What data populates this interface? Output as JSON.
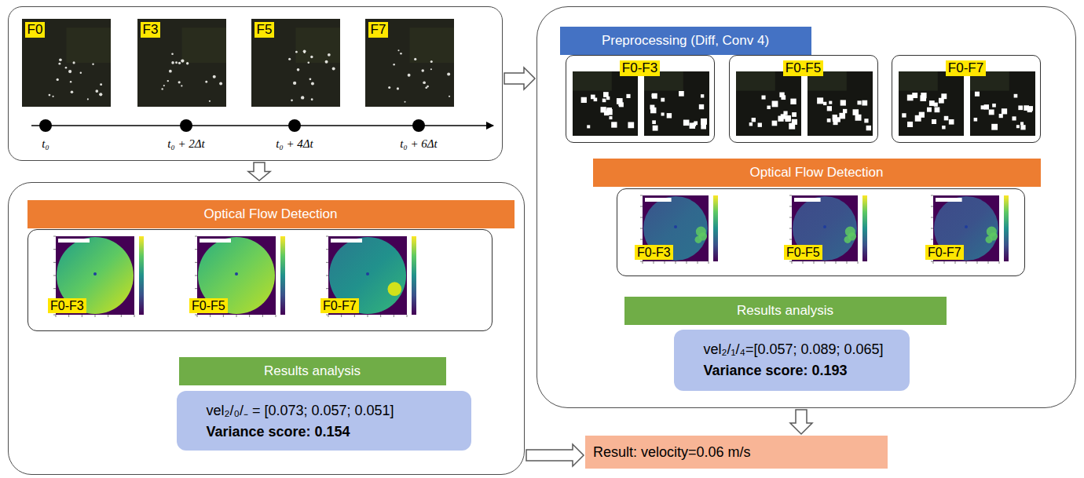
{
  "diagram": {
    "nodes": [
      {
        "text": []
      },
      {
        "text": [
          "F0"
        ],
        "in": 0
      },
      {
        "text": [
          "F3"
        ],
        "in": 0
      },
      {
        "text": [
          "F5"
        ],
        "in": 0
      },
      {
        "text": [
          "F7"
        ],
        "in": 0
      },
      {
        "text": []
      },
      {
        "text": [
          "Preprocessing (Diff, Conv 4)"
        ],
        "in": 5
      },
      {
        "text": [
          "F0-F3"
        ],
        "in": 5
      },
      {
        "text": [
          "F0-F5"
        ],
        "in": 5
      },
      {
        "text": [
          "F0-F7"
        ],
        "in": 5
      },
      {
        "text": [
          "Optical Flow Detection"
        ],
        "in": 5
      },
      {
        "text": [],
        "in": 5
      },
      {
        "text": [
          "F0-F3"
        ],
        "in": 11
      },
      {
        "text": [
          "F0-F5"
        ],
        "in": 11
      },
      {
        "text": [
          "F0-F7"
        ],
        "in": 11
      },
      {
        "text": [
          "Results analysis"
        ],
        "in": 5
      },
      {
        "text": [
          "vel₂/₁/₄=[0.057; 0.089; 0.065]",
          "Variance score: 0.193"
        ],
        "in": 5
      },
      {
        "text": []
      },
      {
        "text": [
          "Optical Flow Detection"
        ],
        "in": 17
      },
      {
        "text": [],
        "in": 17
      },
      {
        "text": [
          "F0-F3"
        ],
        "in": 19
      },
      {
        "text": [
          "F0-F5"
        ],
        "in": 19
      },
      {
        "text": [
          "F0-F7"
        ],
        "in": 19
      },
      {
        "text": [
          "Results analysis"
        ],
        "in": 17
      },
      {
        "text": [
          "vel₂/₀/₋ = [0.073; 0.057; 0.051]",
          "Variance score: 0.154"
        ],
        "in": 17
      },
      {
        "text": [
          "Result: velocity=0.06 m/s"
        ]
      }
    ],
    "edges": [
      {
        "from": 0,
        "to": 5,
        "arrow": "to"
      },
      {
        "from": 0,
        "to": 17,
        "arrow": "to"
      },
      {
        "from": 5,
        "to": 25,
        "arrow": "to"
      },
      {
        "from": 17,
        "to": 25,
        "arrow": "to"
      }
    ],
    "labels": [
      "t₀",
      "t₀ + 2Δt",
      "t₀ + 4Δt",
      "t₀ + 6Δt"
    ]
  }
}
